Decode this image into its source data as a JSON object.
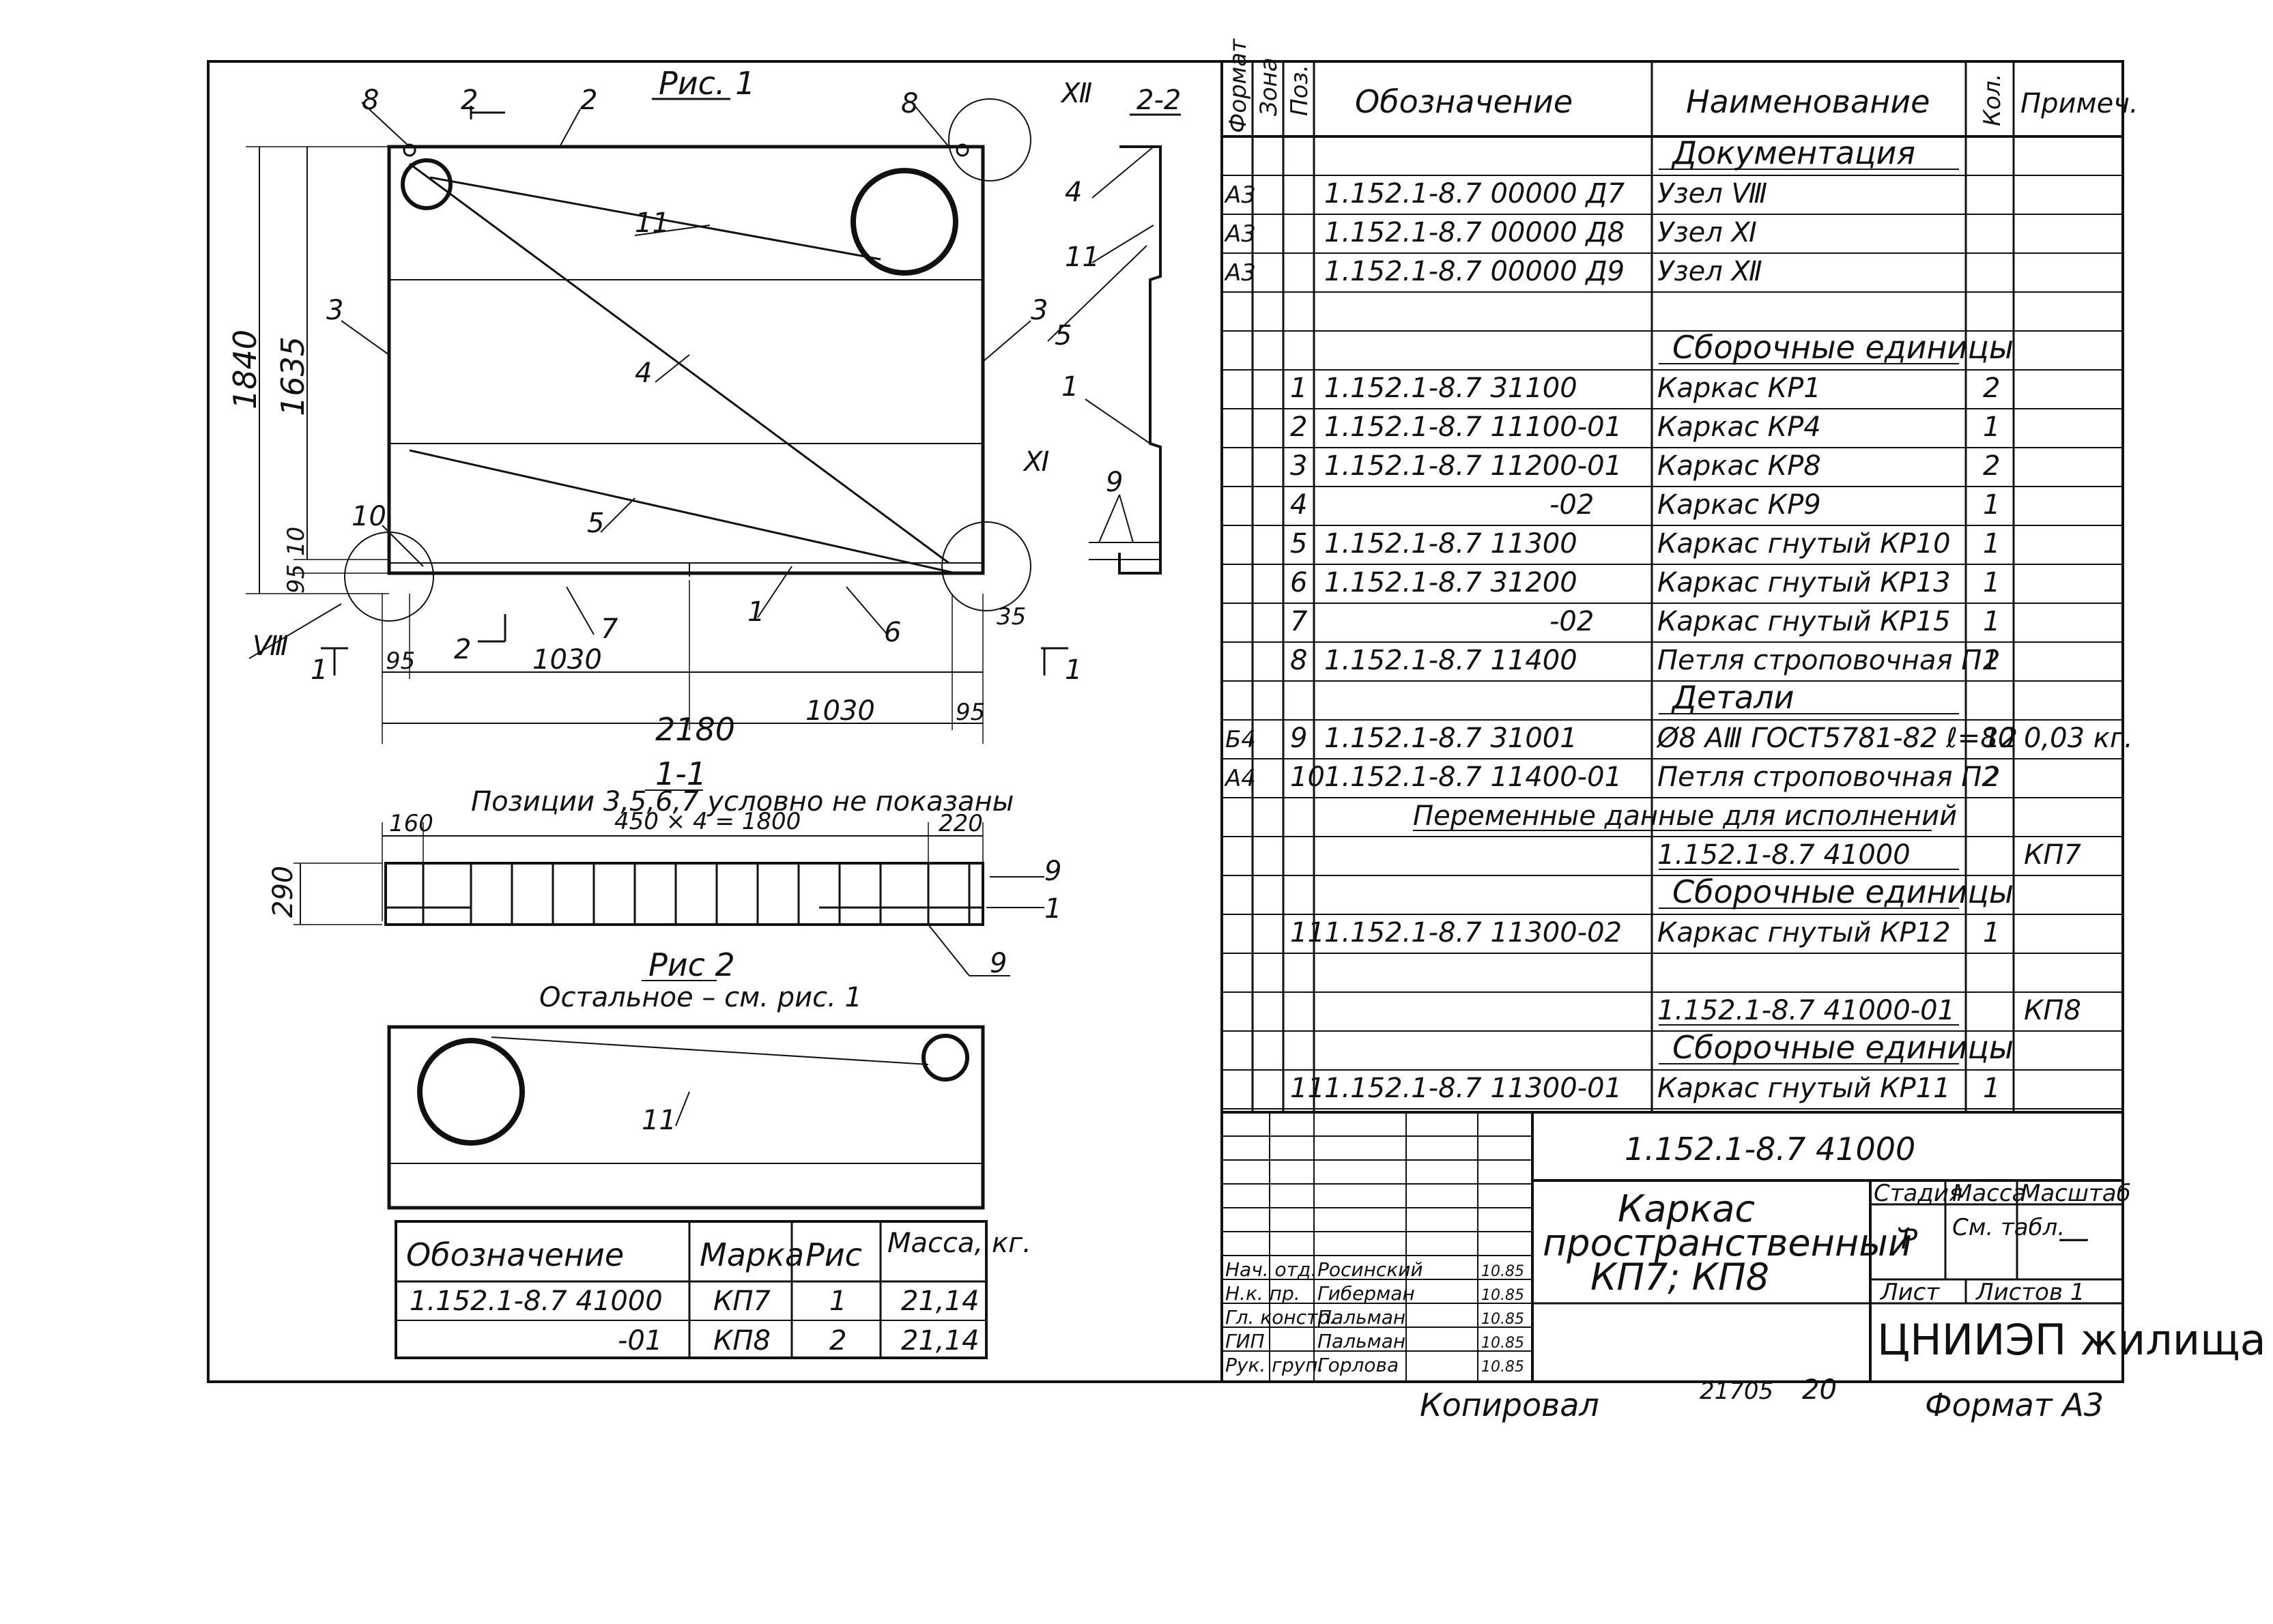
{
  "drawing": {
    "fig1_title": "Рис. 1",
    "fig2_title": "Рис 2",
    "fig2_note": "Остальное – см. рис. 1",
    "section_11_title": "1-1",
    "section_11_note": "Позиции 3,5,6,7 условно не показаны",
    "section_11_dim_span": "450 × 4 = 1800",
    "section_11_dim_left": "160",
    "section_11_dim_right": "220",
    "section_11_dim_height": "290",
    "section_22_title": "2-2",
    "dim_height_total": "1840",
    "dim_height_inner": "1635",
    "dim_10": "10",
    "dim_95v": "95",
    "dim_95_left": "95",
    "dim_1030_left": "1030",
    "dim_1030_right": "1030",
    "dim_95_right": "95",
    "dim_35": "35",
    "dim_2180": "2180",
    "cut_1": "1",
    "cut_2": "2",
    "node_VIII": "Ⅷ",
    "node_XI": "Ⅺ",
    "node_XII": "Ⅻ",
    "callouts": [
      "8",
      "2",
      "8",
      "2",
      "3",
      "11",
      "4",
      "3",
      "5",
      "10",
      "7",
      "1",
      "6",
      "2",
      "4",
      "11",
      "5",
      "1",
      "9",
      "1",
      "9",
      "11"
    ]
  },
  "left_table": {
    "headers": [
      "Обозначение",
      "Марка",
      "Рис",
      "Масса, кг."
    ],
    "rows": [
      [
        "1.152.1-8.7 41000",
        "КП7",
        "1",
        "21,14"
      ],
      [
        "-01",
        "КП8",
        "2",
        "21,14"
      ]
    ]
  },
  "spec": {
    "headers": [
      "Формат",
      "Зона",
      "Поз.",
      "Обозначение",
      "Наименование",
      "Кол.",
      "Примеч."
    ],
    "rows": [
      {
        "fmt": "",
        "zone": "",
        "pos": "",
        "des": "",
        "name": "Документация",
        "qty": "",
        "note": "",
        "section": true
      },
      {
        "fmt": "А3",
        "zone": "",
        "pos": "",
        "des": "1.152.1-8.7 00000 Д7",
        "name": "Узел Ⅷ",
        "qty": "",
        "note": ""
      },
      {
        "fmt": "А3",
        "zone": "",
        "pos": "",
        "des": "1.152.1-8.7 00000 Д8",
        "name": "Узел Ⅺ",
        "qty": "",
        "note": ""
      },
      {
        "fmt": "А3",
        "zone": "",
        "pos": "",
        "des": "1.152.1-8.7 00000 Д9",
        "name": "Узел Ⅻ",
        "qty": "",
        "note": ""
      },
      {
        "fmt": "",
        "zone": "",
        "pos": "",
        "des": "",
        "name": "",
        "qty": "",
        "note": ""
      },
      {
        "fmt": "",
        "zone": "",
        "pos": "",
        "des": "",
        "name": "Сборочные единицы",
        "qty": "",
        "note": "",
        "section": true
      },
      {
        "fmt": "",
        "zone": "",
        "pos": "1",
        "des": "1.152.1-8.7 31100",
        "name": "Каркас КР1",
        "qty": "2",
        "note": ""
      },
      {
        "fmt": "",
        "zone": "",
        "pos": "2",
        "des": "1.152.1-8.7 11100-01",
        "name": "Каркас КР4",
        "qty": "1",
        "note": ""
      },
      {
        "fmt": "",
        "zone": "",
        "pos": "3",
        "des": "1.152.1-8.7 11200-01",
        "name": "Каркас КР8",
        "qty": "2",
        "note": ""
      },
      {
        "fmt": "",
        "zone": "",
        "pos": "4",
        "des": "-02",
        "name": "Каркас КР9",
        "qty": "1",
        "note": ""
      },
      {
        "fmt": "",
        "zone": "",
        "pos": "5",
        "des": "1.152.1-8.7 11300",
        "name": "Каркас гнутый КР10",
        "qty": "1",
        "note": ""
      },
      {
        "fmt": "",
        "zone": "",
        "pos": "6",
        "des": "1.152.1-8.7 31200",
        "name": "Каркас гнутый КР13",
        "qty": "1",
        "note": ""
      },
      {
        "fmt": "",
        "zone": "",
        "pos": "7",
        "des": "-02",
        "name": "Каркас гнутый КР15",
        "qty": "1",
        "note": ""
      },
      {
        "fmt": "",
        "zone": "",
        "pos": "8",
        "des": "1.152.1-8.7 11400",
        "name": "Петля строповочная П1",
        "qty": "2",
        "note": ""
      },
      {
        "fmt": "",
        "zone": "",
        "pos": "",
        "des": "",
        "name": "Детали",
        "qty": "",
        "note": "",
        "section": true
      },
      {
        "fmt": "Б4",
        "zone": "",
        "pos": "9",
        "des": "1.152.1-8.7 31001",
        "name": "Ø8 АⅢ ГОСТ5781-82 ℓ=80",
        "qty": "12",
        "note": "0,03 кг."
      },
      {
        "fmt": "А4",
        "zone": "",
        "pos": "10",
        "des": "1.152.1-8.7 11400-01",
        "name": "Петля строповочная П2",
        "qty": "2",
        "note": ""
      },
      {
        "fmt": "",
        "zone": "",
        "pos": "",
        "des": "Переменные данные для исполнений",
        "name": "",
        "qty": "",
        "note": "",
        "span": true
      },
      {
        "fmt": "",
        "zone": "",
        "pos": "",
        "des": "",
        "name": "1.152.1-8.7 41000",
        "qty": "",
        "note": "КП7",
        "underline": true
      },
      {
        "fmt": "",
        "zone": "",
        "pos": "",
        "des": "",
        "name": "Сборочные единицы",
        "qty": "",
        "note": "",
        "section": true
      },
      {
        "fmt": "",
        "zone": "",
        "pos": "11",
        "des": "1.152.1-8.7 11300-02",
        "name": "Каркас гнутый КР12",
        "qty": "1",
        "note": ""
      },
      {
        "fmt": "",
        "zone": "",
        "pos": "",
        "des": "",
        "name": "",
        "qty": "",
        "note": ""
      },
      {
        "fmt": "",
        "zone": "",
        "pos": "",
        "des": "",
        "name": "1.152.1-8.7 41000-01",
        "qty": "",
        "note": "КП8",
        "underline": true
      },
      {
        "fmt": "",
        "zone": "",
        "pos": "",
        "des": "",
        "name": "Сборочные единицы",
        "qty": "",
        "note": "",
        "section": true
      },
      {
        "fmt": "",
        "zone": "",
        "pos": "11",
        "des": "1.152.1-8.7 11300-01",
        "name": "Каркас гнутый КР11",
        "qty": "1",
        "note": ""
      }
    ]
  },
  "title_block": {
    "doc_code": "1.152.1-8.7 41000",
    "title_line1": "Каркас",
    "title_line2": "пространственный",
    "title_line3": "КП7; КП8",
    "stage_label": "Стадия",
    "mass_label": "Масса",
    "scale_label": "Масштаб",
    "stage_value": "Р",
    "mass_value": "См. табл.",
    "scale_value": "—",
    "sheet_label": "Лист",
    "sheets_label": "Листов 1",
    "org": "ЦНИИЭП жилища",
    "signers": [
      {
        "role": "Нач. отд.",
        "name": "Росинский",
        "date": "10.85"
      },
      {
        "role": "Н.к. пр.",
        "name": "Гиберман",
        "date": "10.85"
      },
      {
        "role": "Гл. констр.",
        "name": "Пальман",
        "date": "10.85"
      },
      {
        "role": "ГИП",
        "name": "Пальман",
        "date": "10.85"
      },
      {
        "role": "Рук. груп.",
        "name": "Горлова",
        "date": "10.85"
      }
    ]
  },
  "footer": {
    "copied": "Копировал",
    "inv": "21705",
    "page": "20",
    "format": "Формат А3"
  }
}
